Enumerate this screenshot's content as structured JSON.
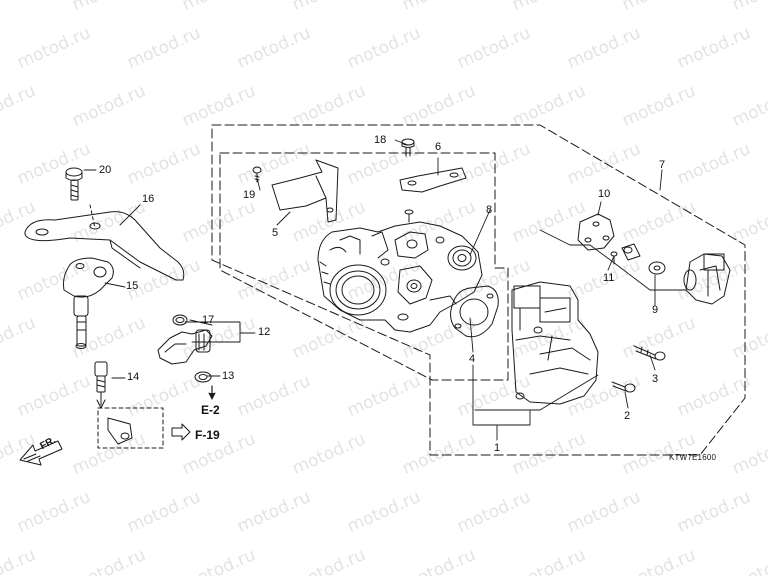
{
  "watermark_text": "motod.ru",
  "callouts": {
    "c1": "1",
    "c2": "2",
    "c3": "3",
    "c4": "4",
    "c5": "5",
    "c6": "6",
    "c7": "7",
    "c8": "8",
    "c9": "9",
    "c10": "10",
    "c11": "11",
    "c12": "12",
    "c13": "13",
    "c14": "14",
    "c15": "15",
    "c16": "16",
    "c17": "17",
    "c18": "18",
    "c19": "19",
    "c20": "20"
  },
  "refs": {
    "e2": "E-2",
    "f19": "F-19"
  },
  "front_label": "FR.",
  "diagram_code": "KTW7E1600"
}
